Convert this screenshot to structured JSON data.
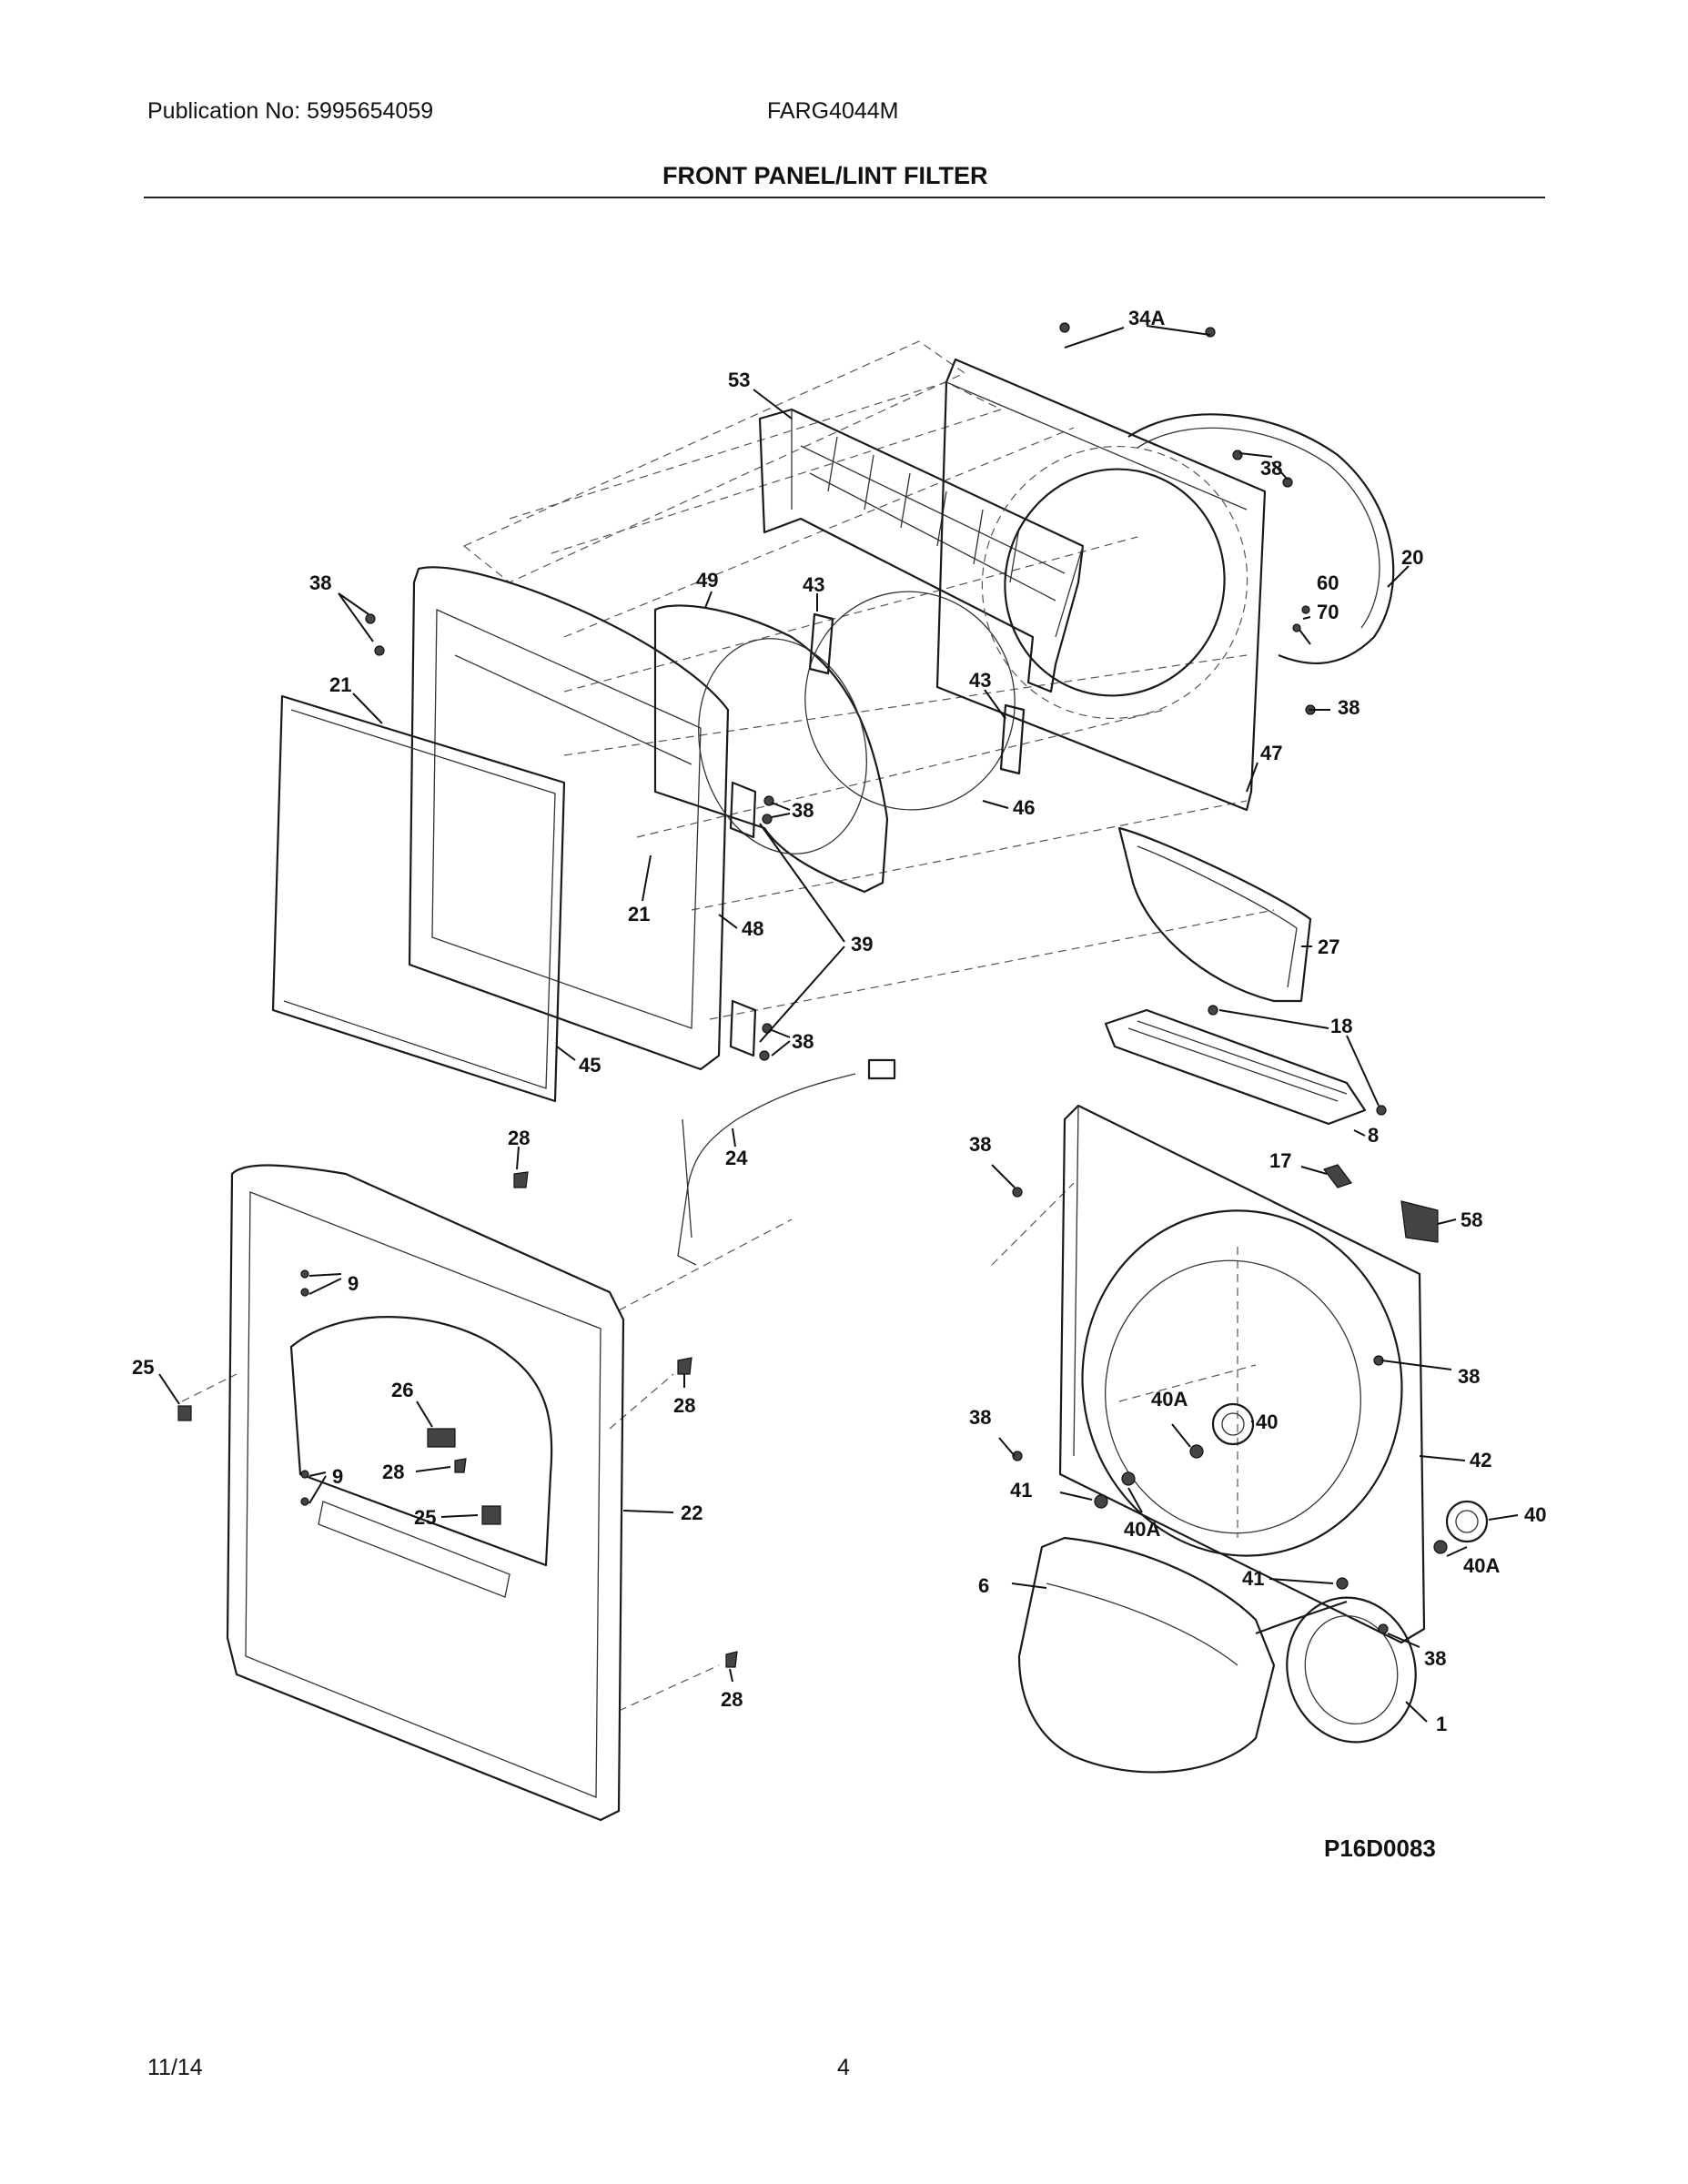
{
  "header": {
    "publication": "Publication No: 5995654059",
    "model": "FARG4044M",
    "title": "FRONT PANEL/LINT FILTER"
  },
  "diagram": {
    "code": "P16D0083",
    "callouts": [
      {
        "id": "c-34a",
        "text": "34A"
      },
      {
        "id": "c-53",
        "text": "53"
      },
      {
        "id": "c-38-a",
        "text": "38"
      },
      {
        "id": "c-20",
        "text": "20"
      },
      {
        "id": "c-38-b",
        "text": "38"
      },
      {
        "id": "c-49",
        "text": "49"
      },
      {
        "id": "c-43-a",
        "text": "43"
      },
      {
        "id": "c-60",
        "text": "60"
      },
      {
        "id": "c-70",
        "text": "70"
      },
      {
        "id": "c-21-a",
        "text": "21"
      },
      {
        "id": "c-38-c",
        "text": "38"
      },
      {
        "id": "c-43-b",
        "text": "43"
      },
      {
        "id": "c-47",
        "text": "47"
      },
      {
        "id": "c-38-d",
        "text": "38"
      },
      {
        "id": "c-46",
        "text": "46"
      },
      {
        "id": "c-21-b",
        "text": "21"
      },
      {
        "id": "c-48",
        "text": "48"
      },
      {
        "id": "c-39",
        "text": "39"
      },
      {
        "id": "c-27",
        "text": "27"
      },
      {
        "id": "c-38-e",
        "text": "38"
      },
      {
        "id": "c-45",
        "text": "45"
      },
      {
        "id": "c-18",
        "text": "18"
      },
      {
        "id": "c-8",
        "text": "8"
      },
      {
        "id": "c-28-a",
        "text": "28"
      },
      {
        "id": "c-24",
        "text": "24"
      },
      {
        "id": "c-38-f",
        "text": "38"
      },
      {
        "id": "c-17",
        "text": "17"
      },
      {
        "id": "c-58",
        "text": "58"
      },
      {
        "id": "c-9-a",
        "text": "9"
      },
      {
        "id": "c-25-a",
        "text": "25"
      },
      {
        "id": "c-28-b",
        "text": "28"
      },
      {
        "id": "c-26",
        "text": "26"
      },
      {
        "id": "c-38-g",
        "text": "38"
      },
      {
        "id": "c-40a-a",
        "text": "40A"
      },
      {
        "id": "c-40-a",
        "text": "40"
      },
      {
        "id": "c-38-h",
        "text": "38"
      },
      {
        "id": "c-28-c",
        "text": "28"
      },
      {
        "id": "c-9-b",
        "text": "9"
      },
      {
        "id": "c-42",
        "text": "42"
      },
      {
        "id": "c-25-b",
        "text": "25"
      },
      {
        "id": "c-22",
        "text": "22"
      },
      {
        "id": "c-41-a",
        "text": "41"
      },
      {
        "id": "c-40-b",
        "text": "40"
      },
      {
        "id": "c-40a-b",
        "text": "40A"
      },
      {
        "id": "c-40a-c",
        "text": "40A"
      },
      {
        "id": "c-6",
        "text": "6"
      },
      {
        "id": "c-41-b",
        "text": "41"
      },
      {
        "id": "c-38-i",
        "text": "38"
      },
      {
        "id": "c-28-d",
        "text": "28"
      },
      {
        "id": "c-1",
        "text": "1"
      }
    ]
  },
  "footer": {
    "date": "11/14",
    "page": "4"
  }
}
